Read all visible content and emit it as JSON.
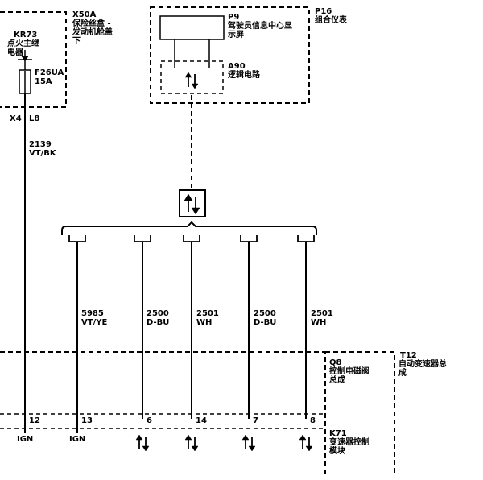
{
  "components": {
    "x50a": {
      "id": "X50A",
      "name": "保险丝盒 -\n发动机舱盖\n下"
    },
    "kr73": {
      "id": "KR73",
      "name": "点火主继\n电器"
    },
    "fuse": {
      "id": "F26UA",
      "rating": "15A"
    },
    "p16": {
      "id": "P16",
      "name": "组合仪表"
    },
    "p9": {
      "id": "P9",
      "name": "驾驶员信息中心显\n示屏"
    },
    "a90": {
      "id": "A90",
      "name": "逻辑电路"
    },
    "q8": {
      "id": "Q8",
      "name": "控制电磁阀\n总成"
    },
    "t12": {
      "id": "T12",
      "name": "自动变速器总\n成"
    },
    "k71": {
      "id": "K71",
      "name": "变速器控制\n模块"
    }
  },
  "connectors": {
    "x4": "X4",
    "l8": "L8"
  },
  "wires": [
    {
      "circuit": "2139",
      "color": "VT/BK",
      "pin": "12",
      "signal": "IGN"
    },
    {
      "circuit": "5985",
      "color": "VT/YE",
      "pin": "13",
      "signal": "IGN"
    },
    {
      "circuit": "2500",
      "color": "D-BU",
      "pin": "6"
    },
    {
      "circuit": "2501",
      "color": "WH",
      "pin": "14"
    },
    {
      "circuit": "2500",
      "color": "D-BU",
      "pin": "7"
    },
    {
      "circuit": "2501",
      "color": "WH",
      "pin": "8"
    }
  ],
  "colors": {
    "line": "#000000",
    "background": "#ffffff"
  }
}
